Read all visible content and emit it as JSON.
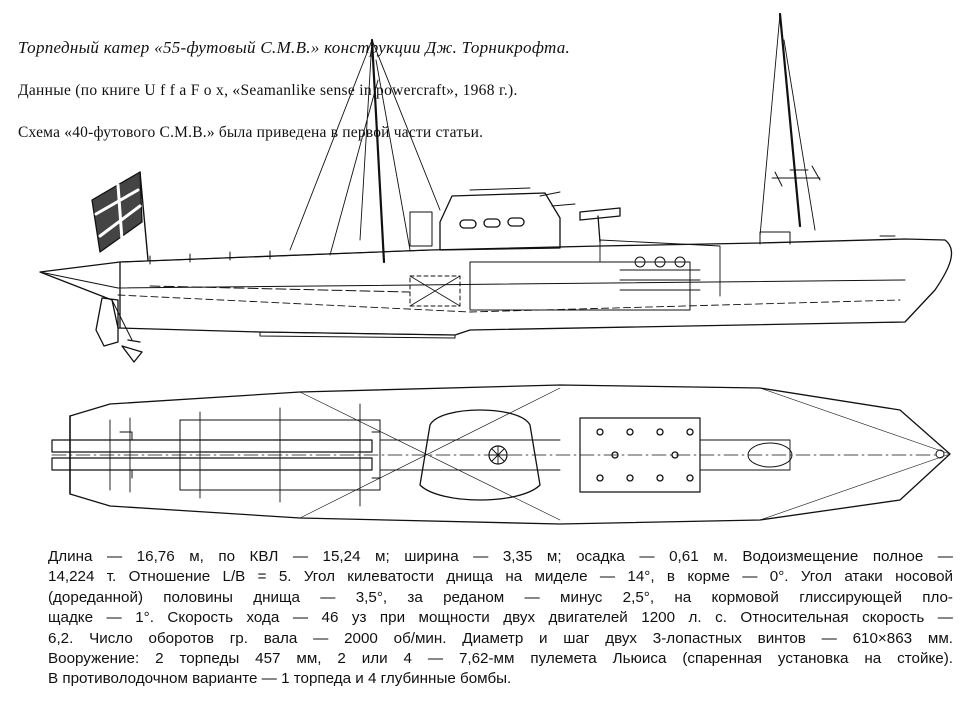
{
  "caption": {
    "title": "Торпедный катер «55-футовый С.М.В.» конструкции Дж. Торникрофта.",
    "source": "Данные (по книге U f f a  F o x, «Seamanlike sense in powercraft», 1968 г.).",
    "note": "Схема «40-футового С.М.В.» была приведена в первой части статьи."
  },
  "specs": {
    "lines": [
      "Длина — 16,76 м, по КВЛ — 15,24 м; ширина — 3,35 м; осадка — 0,61 м. Водоизмещение полное —",
      "14,224 т. Отношение L/B = 5. Угол килеватости днища на миделе — 14°, в корме — 0°. Угол атаки носовой",
      "(дореданной) половины днища — 3,5°, за реданом — минус 2,5°, на кормовой глиссирующей пло-",
      "щадке — 1°. Скорость хода — 46 уз при мощности двух двигателей 1200 л. с. Относительная скорость —",
      "6,2. Число оборотов гр. вала — 2000 об/мин. Диаметр и шаг двух 3-лопастных винтов — 610×863 мм.",
      "Вооружение: 2 торпеды 457 мм, 2 или 4 — 7,62-мм пулемета Льюиса (спаренная установка на стойке).",
      "В противолодочном варианте — 1 торпеда и 4 глубинные бомбы."
    ]
  }
}
